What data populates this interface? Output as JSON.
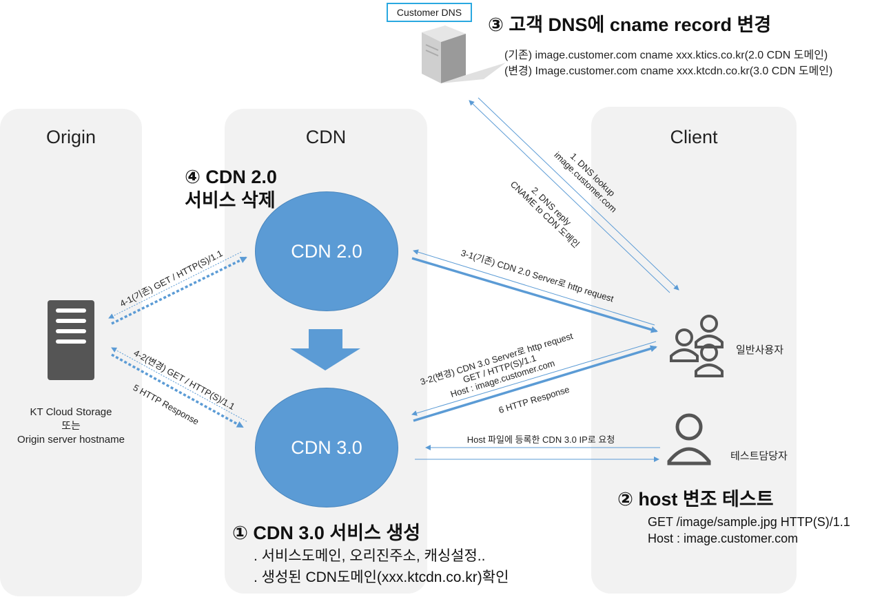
{
  "lanes": {
    "origin": "Origin",
    "cdn": "CDN",
    "client": "Client"
  },
  "nodes": {
    "cdn20": "CDN 2.0",
    "cdn30": "CDN 3.0",
    "customer_dns": "Customer DNS",
    "origin_label": [
      "KT Cloud Storage",
      "또는",
      "Origin server hostname"
    ],
    "general_users": "일반사용자",
    "tester": "테스트담당자"
  },
  "steps": {
    "step1": {
      "title": "① CDN 3.0 서비스 생성",
      "lines": [
        ". 서비스도메인, 오리진주소, 캐싱설정..",
        ". 생성된 CDN도메인(xxx.ktcdn.co.kr)확인"
      ]
    },
    "step2": {
      "title": "② host 변조 테스트",
      "lines": [
        "GET /image/sample.jpg HTTP(S)/1.1",
        "Host : image.customer.com"
      ]
    },
    "step3": {
      "title": "③ 고객 DNS에 cname record 변경",
      "lines": [
        "(기존) image.customer.com cname xxx.ktics.co.kr(2.0 CDN 도메인)",
        "(변경) Image.customer.com cname xxx.ktcdn.co.kr(3.0 CDN 도메인)"
      ]
    },
    "step4": {
      "title": [
        "④ CDN 2.0",
        "서비스 삭제"
      ]
    }
  },
  "arrow_labels": {
    "dns_lookup": [
      "1. DNS lookup",
      "image.customer.com"
    ],
    "dns_reply": [
      "2.  DNS reply",
      "CNAME to CDN 도메인"
    ],
    "req_31": "3-1(기존) CDN 2.0 Server로 http request",
    "req_32": [
      "3-2(변경) CDN 3.0 Server로 http request",
      "GET / HTTP(S)/1.1",
      "Host : image.customer.com"
    ],
    "resp_6": "6 HTTP Response",
    "host_file": "Host 파일에 등록한 CDN 3.0 IP로 요청",
    "origin_41": "4-1(기존) GET / HTTP(S)/1.1",
    "origin_42": "4-2(변경) GET / HTTP(S)/1.1",
    "resp_5": "5 HTTP Response"
  },
  "colors": {
    "accent": "#5b9bd5",
    "lane_bg": "#f2f2f2",
    "icon_gray": "#555555",
    "dns_border": "#29a8e0"
  }
}
